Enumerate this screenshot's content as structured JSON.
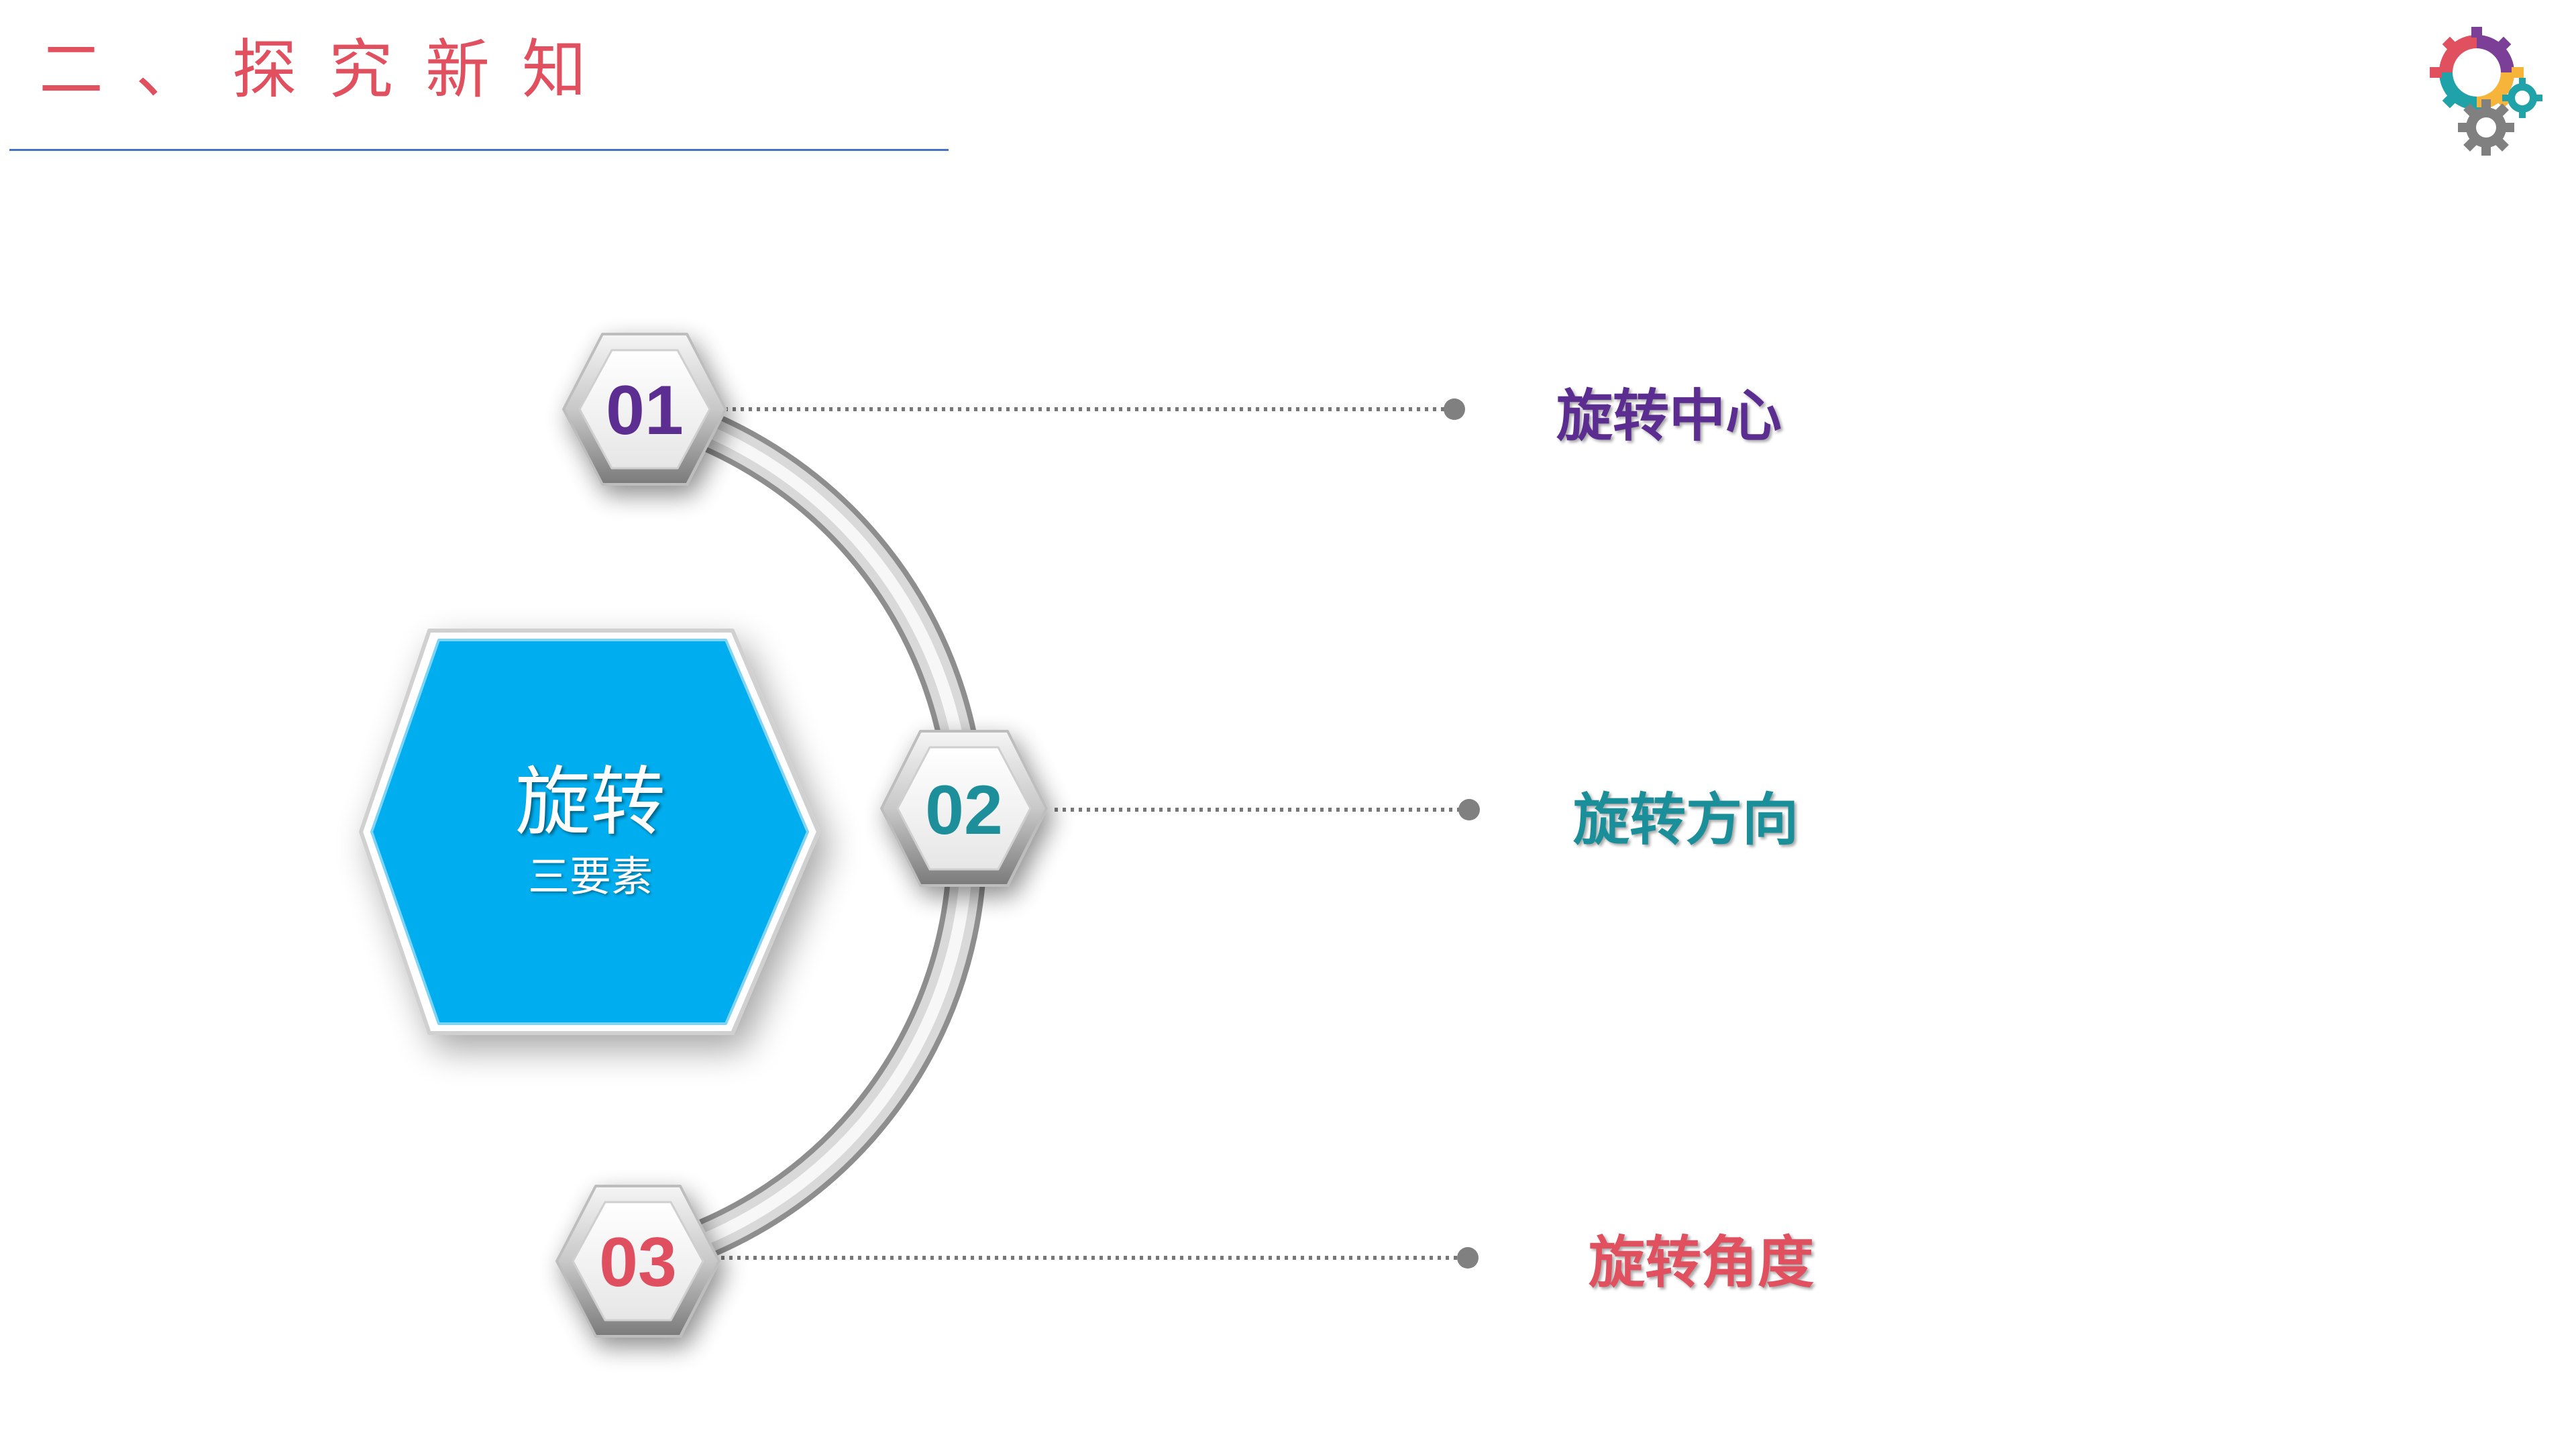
{
  "header": {
    "title": "二、探究新知"
  },
  "center": {
    "title": "旋转",
    "subtitle": "三要素"
  },
  "items": [
    {
      "number": "01",
      "label": "旋转中心",
      "color": "#5c2d91"
    },
    {
      "number": "02",
      "label": "旋转方向",
      "color": "#1a8f9a"
    },
    {
      "number": "03",
      "label": "旋转角度",
      "color": "#e0505f"
    }
  ],
  "icons": {
    "logo": "gears-icon"
  },
  "colors": {
    "title": "#e0505f",
    "rule": "#4472c4",
    "center_fill": "#00aeef",
    "connector": "#8a8a8a"
  }
}
